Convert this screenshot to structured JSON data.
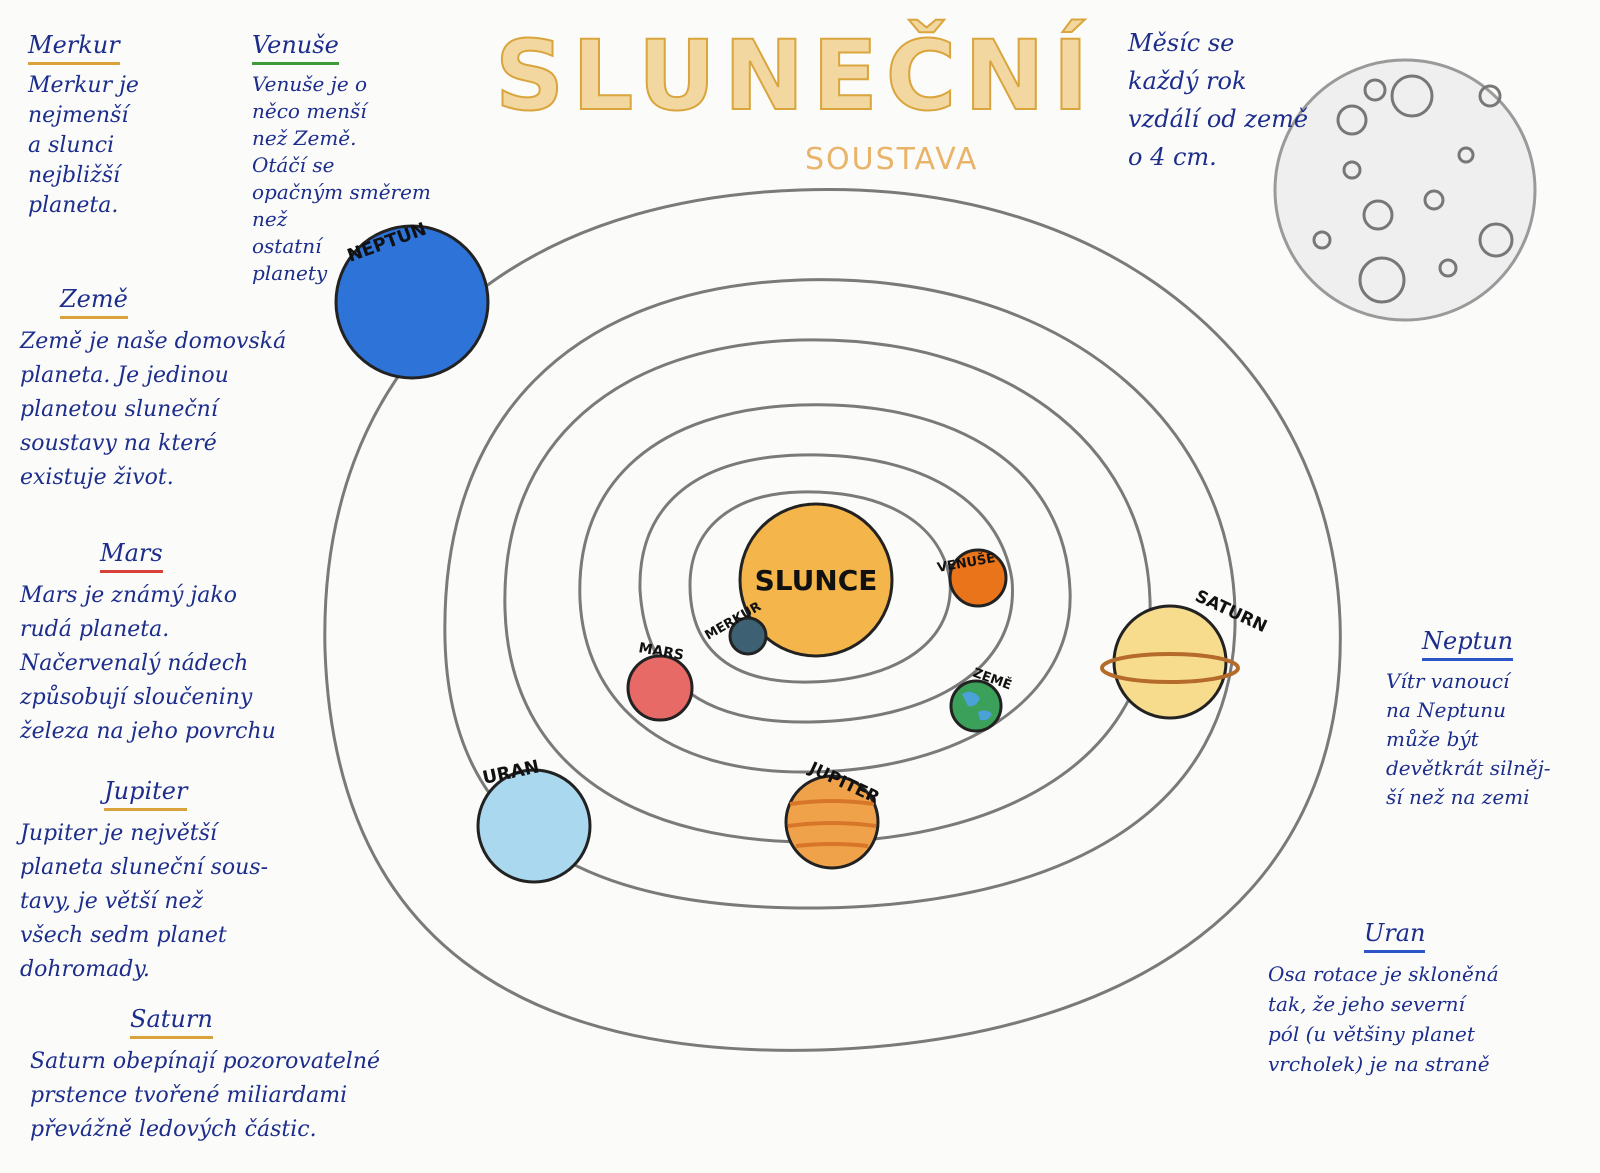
{
  "title": "SLUNEČNÍ",
  "subtitle": "SOUSTAVA",
  "moon_note": "Měsíc se\nkaždý rok\nvzdálí od země\no 4 cm.",
  "notes": {
    "merkur": {
      "heading": "Merkur",
      "text": "Merkur je\nnejmenší\na slunci\nnejbližší\nplaneta."
    },
    "venuse": {
      "heading": "Venuše",
      "text": "Venuše je o\nněco menší\nnež Země.\nOtáčí se\nopačným směrem\nnež\nostatní\nplanety"
    },
    "zeme": {
      "heading": "Země",
      "text": "Země je naše domovská\nplaneta. Je jedinou\nplanetou sluneční\nsoustavy na které\nexistuje život."
    },
    "mars": {
      "heading": "Mars",
      "text": "Mars je známý jako\nrudá planeta.\nNačervenalý nádech\nzpůsobují sloučeniny\nželeza na jeho povrchu"
    },
    "jupiter": {
      "heading": "Jupiter",
      "text": "Jupiter je největší\nplaneta sluneční sous-\ntavy, je větší než\nvšech sedm planet\ndohromady."
    },
    "saturn": {
      "heading": "Saturn",
      "text": "Saturn obepínají pozorovatelné\nprstence tvořené miliardami\npřevážně ledových částic."
    },
    "neptun": {
      "heading": "Neptun",
      "text": "Vítr vanoucí\nna Neptunu\nmůže být\ndevětkrát silněj-\nší než na zemi"
    },
    "uran": {
      "heading": "Uran",
      "text": "Osa rotace je skloněná\ntak, že jeho severní\npól (u většiny planet\nvrcholek) je na straně"
    }
  },
  "planet_labels": {
    "slunce": "SLUNCE",
    "merkur": "MERKUR",
    "venuse": "VENUŠE",
    "zeme": "ZEMĚ",
    "mars": "MARS",
    "jupiter": "JUPITER",
    "saturn": "SATURN",
    "uran": "URAN",
    "neptun": "NEPTUN"
  },
  "colors": {
    "ink": "#1c2d8c",
    "title": "#e8b95a",
    "sun": "#f4b54a",
    "merkur": "#3d6072",
    "venuse": "#e9741a",
    "zeme": "#3aa05a",
    "mars": "#e86a66",
    "jupiter": "#f0a24a",
    "saturn": "#f8dc8e",
    "uran": "#a9d8ef",
    "neptun": "#2e74d8",
    "moon": "#ececec"
  }
}
